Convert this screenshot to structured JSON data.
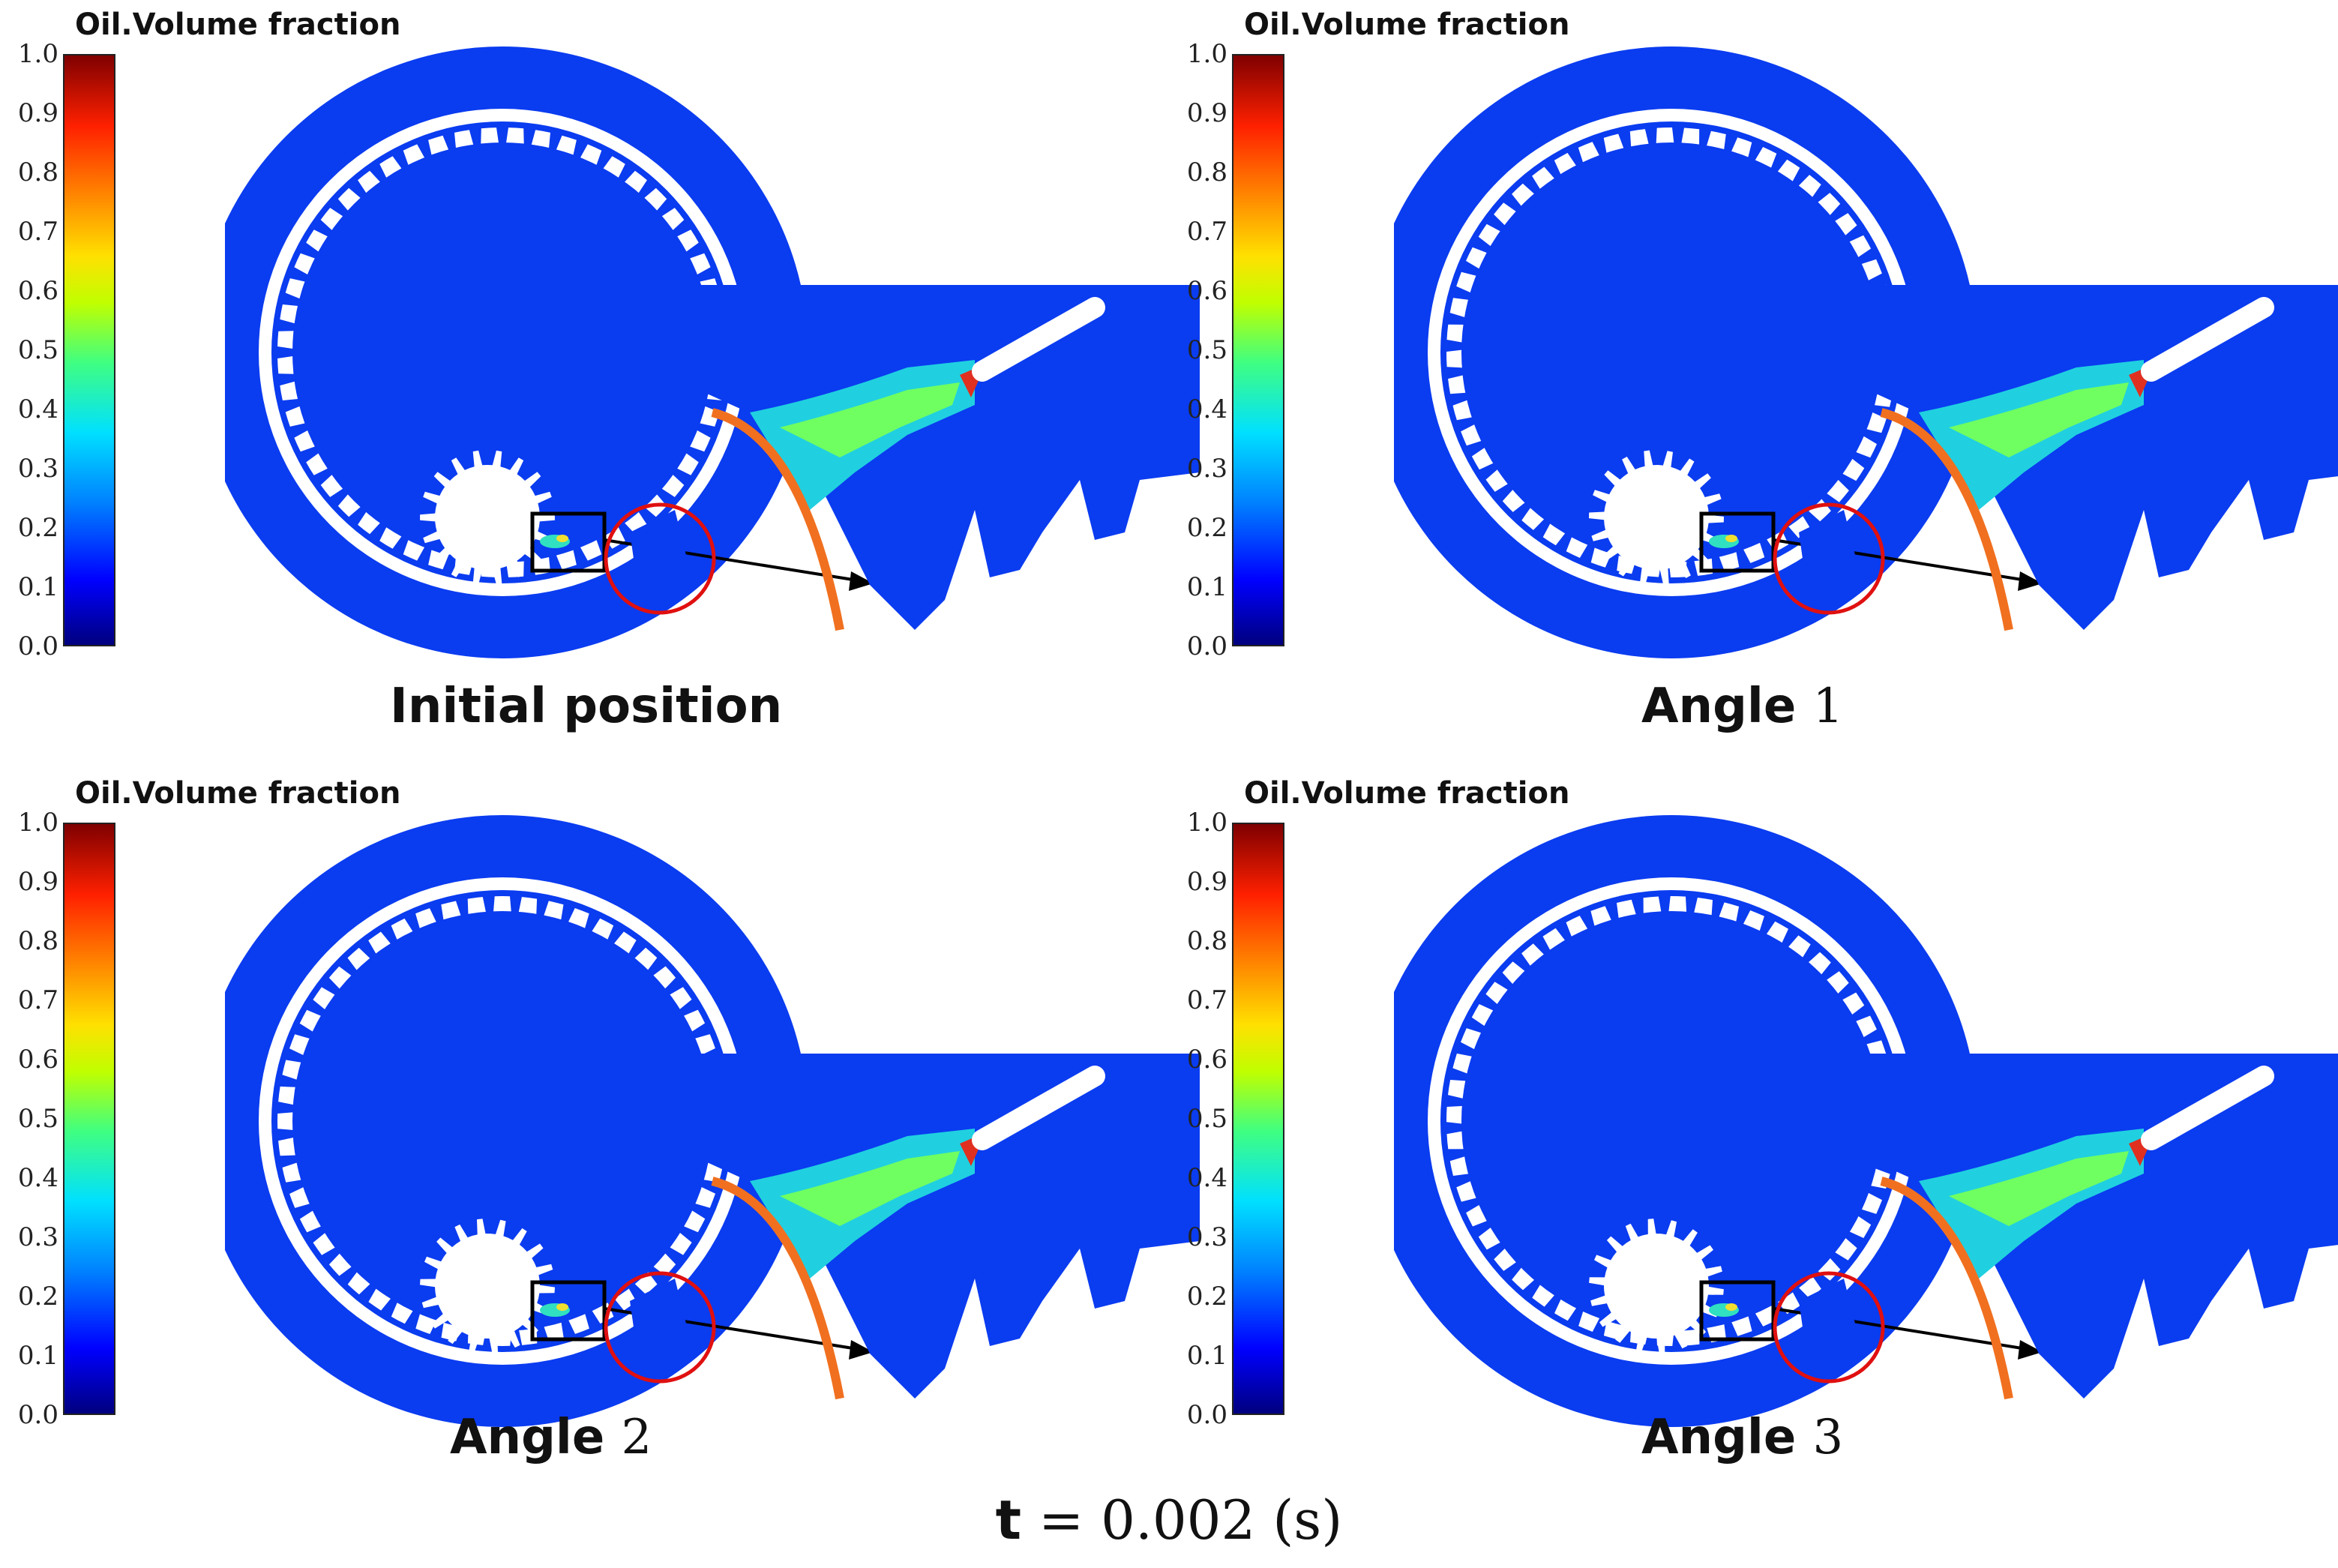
{
  "colorbar": {
    "title": "Oil.Volume fraction",
    "ticks": [
      "1.0",
      "0.9",
      "0.8",
      "0.7",
      "0.6",
      "0.5",
      "0.4",
      "0.3",
      "0.2",
      "0.1",
      "0.0"
    ]
  },
  "panels": [
    {
      "id": "initial",
      "caption": "Initial position",
      "caption_num": ""
    },
    {
      "id": "angle1",
      "caption": "Angle ",
      "caption_num": "1"
    },
    {
      "id": "angle2",
      "caption": "Angle ",
      "caption_num": "2"
    },
    {
      "id": "angle3",
      "caption": "Angle ",
      "caption_num": "3"
    }
  ],
  "footer": {
    "var": "t",
    "expr": " = 0.002 (s)"
  },
  "colors": {
    "blue": "#0a3cf0",
    "orange": "#f07020",
    "red_circle": "#e01010"
  }
}
